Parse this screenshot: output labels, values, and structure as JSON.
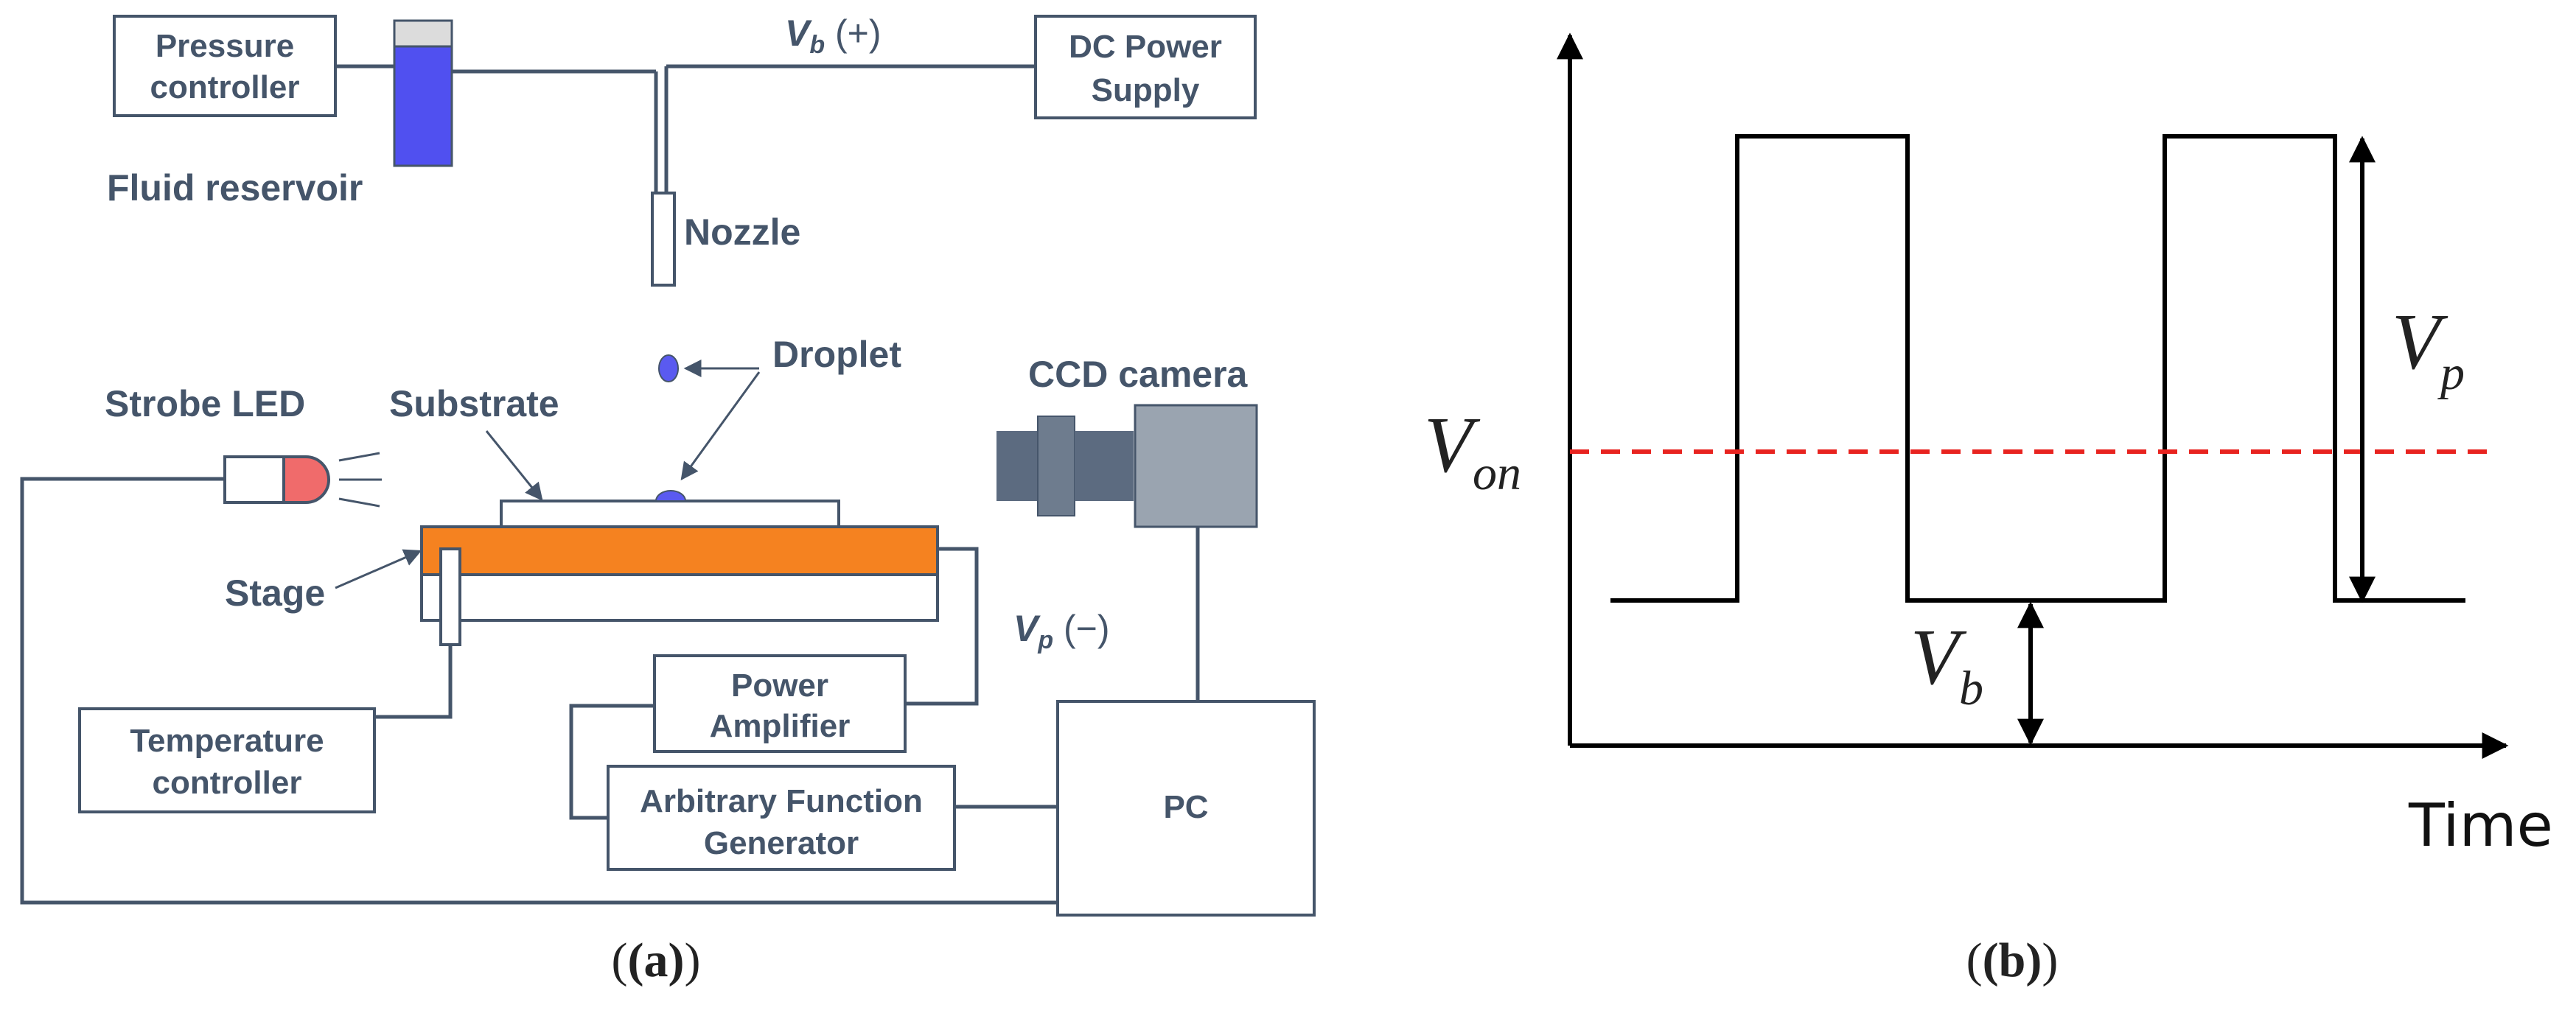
{
  "panel_a": {
    "caption": "(a)",
    "labels": {
      "pressure_controller_1": "Pressure",
      "pressure_controller_2": "controller",
      "fluid_reservoir": "Fluid reservoir",
      "vb_symbol": "V",
      "vb_sub": "b",
      "vb_sign": " (+)",
      "dc_power_1": "DC Power",
      "dc_power_2": "Supply",
      "nozzle": "Nozzle",
      "droplet": "Droplet",
      "strobe_led": "Strobe LED",
      "substrate": "Substrate",
      "ccd_camera": "CCD camera",
      "stage": "Stage",
      "vp_symbol": "V",
      "vp_sub": "p",
      "vp_sign": " (−)",
      "power_amp_1": "Power",
      "power_amp_2": "Amplifier",
      "temp_ctrl_1": "Temperature",
      "temp_ctrl_2": "controller",
      "afg_1": "Arbitrary Function",
      "afg_2": "Generator",
      "pc": "PC"
    },
    "colors": {
      "line": "#45556a",
      "reservoir_fluid": "#5050f0",
      "stage": "#f58220",
      "led_lens": "#f06b6b",
      "droplet": "#5a5af0",
      "camera": "#9aa4b0",
      "camera_dark": "#5c6b80"
    }
  },
  "panel_b": {
    "caption": "(b)",
    "labels": {
      "von_symbol": "V",
      "von_sub": "on",
      "vp_symbol": "V",
      "vp_sub": "p",
      "vb_symbol": "V",
      "vb_sub": "b",
      "x_axis": "Time"
    },
    "colors": {
      "waveform": "#000000",
      "von_line": "#e8231f"
    }
  }
}
